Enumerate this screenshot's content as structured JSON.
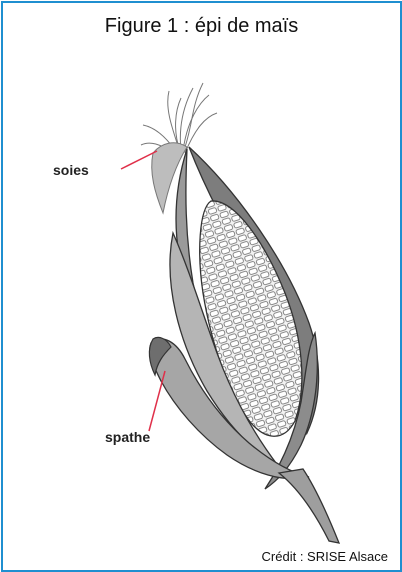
{
  "figure": {
    "title": "Figure 1 : épi de maïs",
    "credit": "Crédit : SRISE Alsace",
    "labels": {
      "silks": "soies",
      "husk": "spathe"
    },
    "colors": {
      "border": "#1f8fd0",
      "leader_line": "#e0304a"
    }
  }
}
